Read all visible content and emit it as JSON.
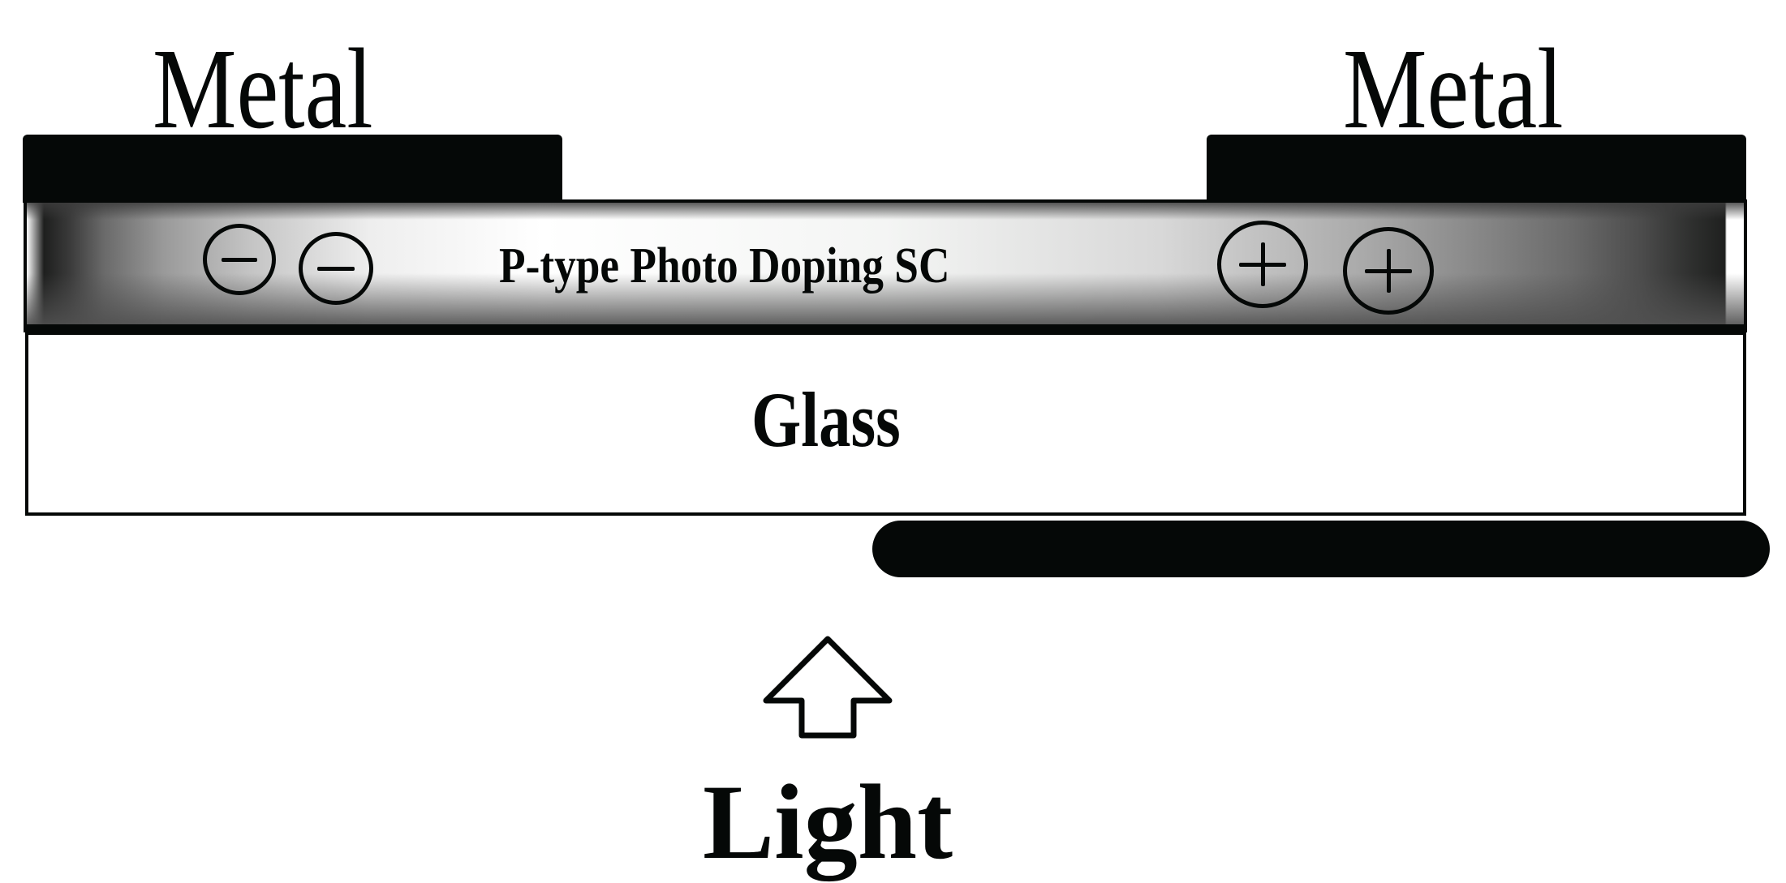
{
  "diagram": {
    "labels": {
      "metal_left": "Metal",
      "metal_right": "Metal",
      "semiconductor": "P-type Photo Doping SC",
      "substrate": "Glass",
      "light": "Light"
    },
    "charges": {
      "negative": [
        "−",
        "−"
      ],
      "positive": [
        "+",
        "+"
      ]
    },
    "colors": {
      "ink": "#050807",
      "background": "#ffffff",
      "gradient_dark": "#1e1f1e",
      "gradient_light": "#ffffff"
    }
  }
}
